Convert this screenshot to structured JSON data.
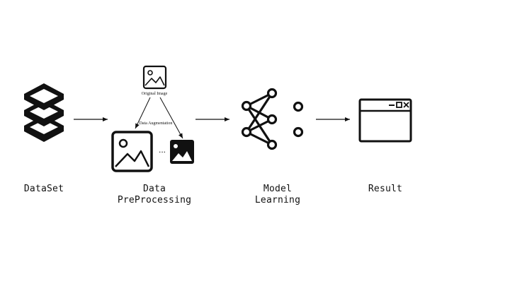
{
  "stages": {
    "dataset": {
      "label": "DataSet",
      "icon": "stacked-layers-icon"
    },
    "preprocessing": {
      "label_line1": "Data",
      "label_line2": "PreProcessing",
      "original_image_label": "Original Image",
      "augmentation_label": "Data Augmentation",
      "ellipsis": "...",
      "icon": "image-icon"
    },
    "model": {
      "label_line1": "Model",
      "label_line2": "Learning",
      "icon": "neural-network-icon"
    },
    "result": {
      "label": "Result",
      "icon": "app-window-icon"
    }
  },
  "colors": {
    "stroke": "#111111",
    "background": "#ffffff"
  }
}
